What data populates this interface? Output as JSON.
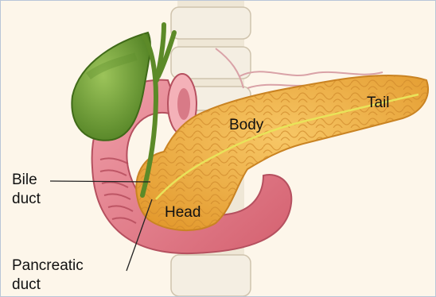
{
  "labels": {
    "body": "Body",
    "tail": "Tail",
    "head": "Head",
    "bile_duct_line1": "Bile",
    "bile_duct_line2": "duct",
    "pancreatic_duct_line1": "Pancreatic",
    "pancreatic_duct_line2": "duct"
  },
  "colors": {
    "background": "#fdf6ea",
    "pancreas": "#f2b64c",
    "pancreas_lobule": "#d98d25",
    "duodenum": "#e07a86",
    "gallbladder": "#7aa93b",
    "spine": "#efe7d6",
    "duct": "#e9e35a"
  }
}
